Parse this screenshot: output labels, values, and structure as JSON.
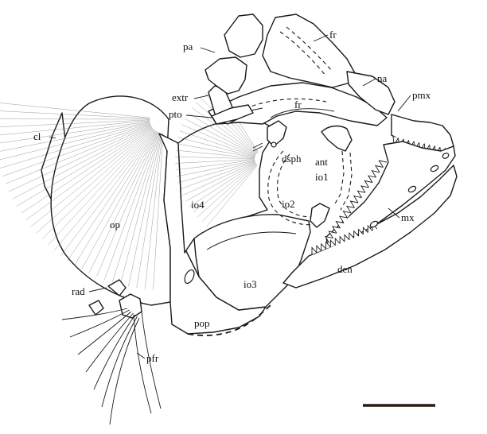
{
  "figure": {
    "labels": {
      "fr_upper": "fr",
      "pa": "pa",
      "na": "na",
      "pmx": "pmx",
      "extr": "extr",
      "pto": "pto",
      "fr_lower": "fr",
      "cl": "cl",
      "dsph": "dsph",
      "ant": "ant",
      "io1": "io1",
      "io4": "io4",
      "io2": "io2",
      "mx": "mx",
      "op": "op",
      "den": "den",
      "rad": "rad",
      "io3": "io3",
      "pop": "pop",
      "pfr": "pfr"
    },
    "colors": {
      "ink": "#1a1a1a",
      "scale_bar": "#2a1a14",
      "background": "#ffffff"
    }
  }
}
